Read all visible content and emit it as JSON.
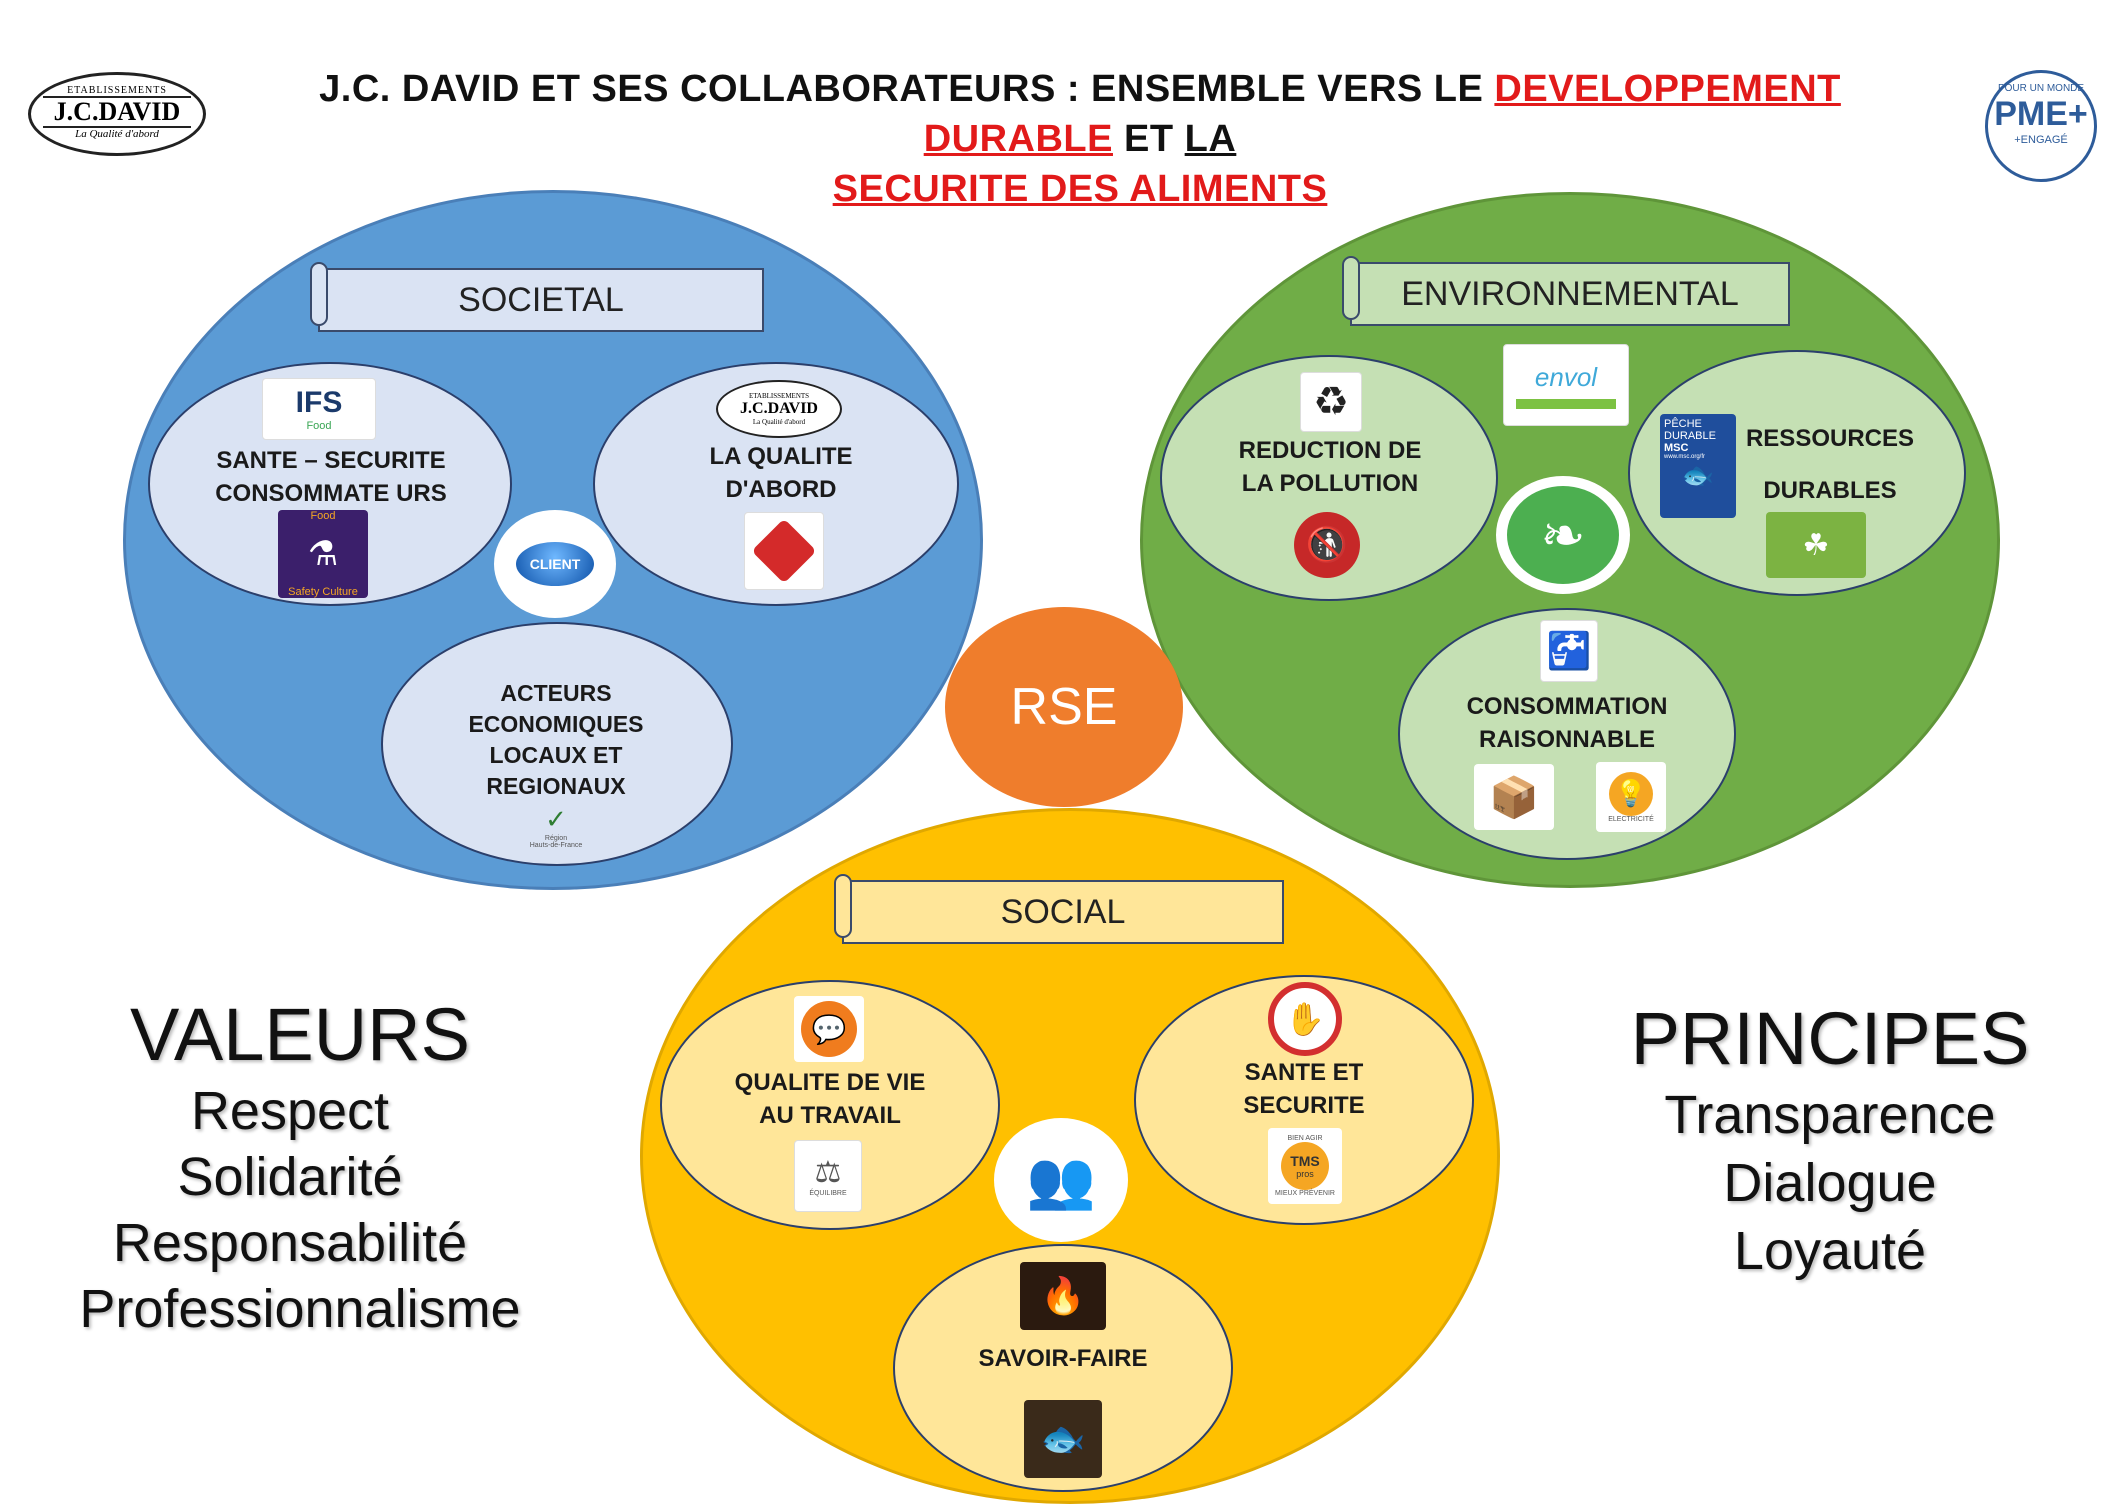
{
  "header": {
    "title_part1": "J.C. DAVID ET SES COLLABORATEURS : ENSEMBLE VERS LE ",
    "title_red1": "DEVELOPPEMENT DURABLE",
    "title_part2": " ET ",
    "title_ul": "LA",
    "title_red2": "SECURITE DES ALIMENTS",
    "logo_left": {
      "line1": "ETABLISSEMENTS",
      "line2": "J.C.DAVID",
      "line3": "La Qualité d'abord"
    },
    "logo_right": {
      "top": "POUR UN MONDE",
      "main": "PME+",
      "bottom": "+ENGAGÉ"
    }
  },
  "center": {
    "label": "RSE"
  },
  "societal": {
    "banner": "SOCIETAL",
    "health": {
      "label": "SANTE – SECURITE CONSOMMATE URS",
      "ifs": "IFS",
      "ifs_sub": "Food",
      "safety_top": "Food",
      "safety_bottom": "Safety Culture"
    },
    "quality": {
      "label": "LA QUALITE D'ABORD",
      "logo_line1": "ETABLISSEMENTS",
      "logo_line2": "J.C.DAVID",
      "logo_line3": "La Qualité d'abord"
    },
    "client": "CLIENT",
    "local": {
      "label": "ACTEURS ECONOMIQUES LOCAUX ET REGIONAUX",
      "region_top": "Région",
      "region_bottom": "Hauts-de-France"
    }
  },
  "environmental": {
    "banner": "ENVIRONNEMENTAL",
    "pollution": {
      "label": "REDUCTION DE LA POLLUTION"
    },
    "envol": "envol",
    "resources": {
      "label1": "RESSOURCES",
      "label2": "DURABLES",
      "msc_line1": "PÊCHE",
      "msc_line2": "DURABLE",
      "msc_line3": "MSC",
      "msc_url": "www.msc.org/fr"
    },
    "consumption": {
      "label": "CONSOMMATION RAISONNABLE",
      "elec": "ELECTRICITÉ"
    }
  },
  "social": {
    "banner": "SOCIAL",
    "qvt": {
      "label": "QUALITE DE VIE AU TRAVAIL",
      "balance": "ÉQUILIBRE"
    },
    "safety": {
      "label": "SANTE ET SECURITE",
      "tms_top": "BIEN AGIR",
      "tms_main": "TMS",
      "tms_sub": "pros",
      "tms_bottom": "MIEUX PRÉVENIR"
    },
    "knowhow": {
      "label": "SAVOIR-FAIRE"
    }
  },
  "values": {
    "title": "VALEURS",
    "items": [
      "Respect",
      "Solidarité",
      "Responsabilité",
      "Professionnalisme"
    ]
  },
  "principles": {
    "title": "PRINCIPES",
    "items": [
      "Transparence",
      "Dialogue",
      "Loyauté"
    ]
  },
  "colors": {
    "societal": "#5b9bd5",
    "environmental": "#70ad47",
    "social": "#ffc000",
    "rse": "#ef7d2c",
    "red": "#e21a1a"
  }
}
